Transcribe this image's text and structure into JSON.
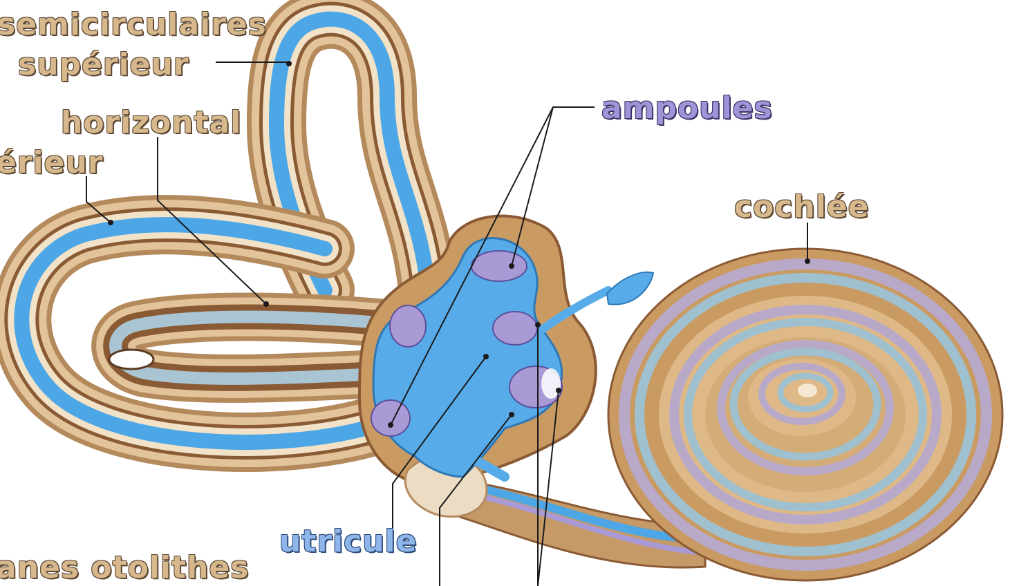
{
  "labels": {
    "semicirculaires": "semicirculaires",
    "superieur": "supérieur",
    "horizontal": "horizontal",
    "posterieur": "érieur",
    "ampoules": "ampoules",
    "cochlee": "cochlée",
    "utricule": "utricule",
    "otolithes": "anes otolithes"
  },
  "colors": {
    "bone": "#d9b98a",
    "bone_dark": "#8a5a34",
    "membrane": "#4da6e6",
    "ampulla": "#a99ad6",
    "cochlea_band": "#a7b7c9",
    "label_tan": "#d6b88c",
    "label_violet": "#9e95d8",
    "label_blue": "#8fb6ea"
  }
}
